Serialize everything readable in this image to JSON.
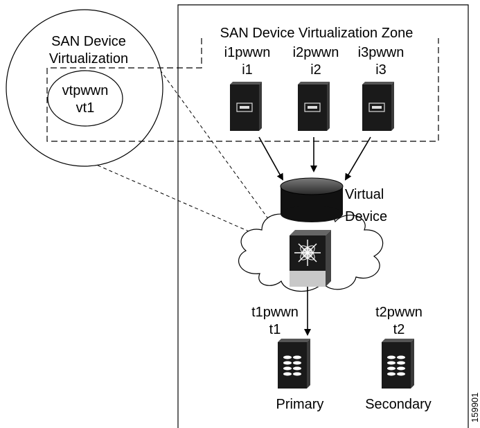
{
  "virtualization_bubble": {
    "title_line1": "SAN Device",
    "title_line2": "Virtualization",
    "inner_line1": "vtpwwn",
    "inner_line2": "vt1"
  },
  "zone": {
    "title": "SAN Device Virtualization Zone"
  },
  "initiators": [
    {
      "pwwn": "i1pwwn",
      "id": "i1"
    },
    {
      "pwwn": "i2pwwn",
      "id": "i2"
    },
    {
      "pwwn": "i3pwwn",
      "id": "i3"
    }
  ],
  "virtual_device": {
    "line1": "Virtual",
    "line2": "Device"
  },
  "targets": [
    {
      "pwwn": "t1pwwn",
      "id": "t1",
      "role": "Primary"
    },
    {
      "pwwn": "t2pwwn",
      "id": "t2",
      "role": "Secondary"
    }
  ],
  "figure_id": "159901",
  "icons": {
    "server": "server-icon",
    "storage": "storage-array-icon",
    "switch": "mds-switch-icon",
    "disk": "virtual-disk-icon",
    "cloud": "san-cloud-icon"
  }
}
